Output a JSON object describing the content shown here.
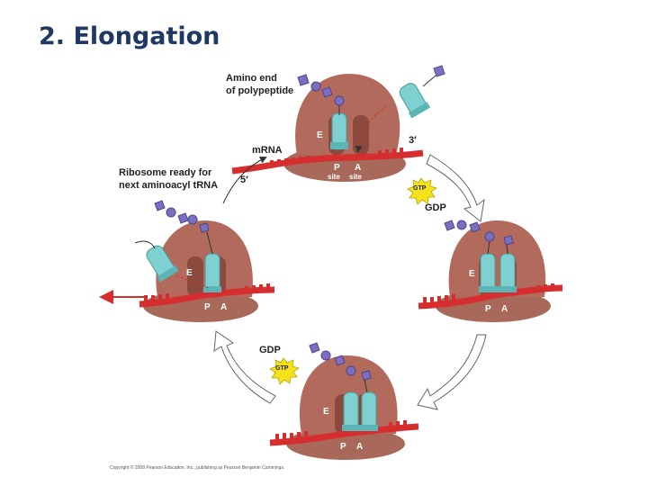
{
  "title": "2. Elongation",
  "labels": {
    "amino_end": "Amino end",
    "of_polypeptide": "of polypeptide",
    "mrna": "mRNA",
    "three_prime": "3′",
    "five_prime": "5′",
    "ribosome_ready_1": "Ribosome ready for",
    "ribosome_ready_2": "next aminoacyl tRNA",
    "gtp": "GTP",
    "gdp": "GDP",
    "e_site": "E",
    "p_site": "P",
    "a_site": "A",
    "site_word": "site"
  },
  "copyright": "Copyright © 2008 Pearson Education, Inc., publishing as Pearson Benjamin Cummings.",
  "colors": {
    "title": "#1f3864",
    "ribosome_large": "#b26a5c",
    "ribosome_small": "#a8685a",
    "trna": "#7fd0d0",
    "mrna": "#d62e2e",
    "amino_acid": "#7b6fc0",
    "gtp_star": "#f5e21b"
  },
  "icons": [
    "tRNA",
    "amino-acid-chain",
    "gtp-starburst",
    "cycle-arrow"
  ]
}
